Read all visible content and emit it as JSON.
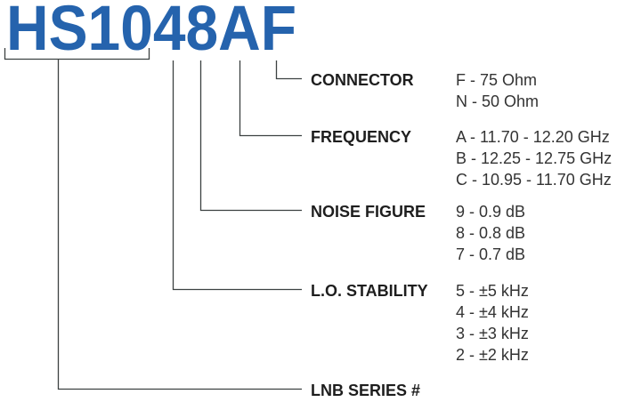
{
  "model": {
    "code": "HS1048AF",
    "color": "#2563ad"
  },
  "line_color": "#3c4242",
  "fields": [
    {
      "label": "CONNECTOR",
      "options": [
        "F - 75 Ohm",
        "N - 50 Ohm"
      ]
    },
    {
      "label": "FREQUENCY",
      "options": [
        "A - 11.70 - 12.20 GHz",
        "B - 12.25 - 12.75 GHz",
        "C - 10.95 - 11.70 GHz"
      ]
    },
    {
      "label": "NOISE FIGURE",
      "options": [
        "9 - 0.9 dB",
        "8 - 0.8 dB",
        "7 - 0.7 dB"
      ]
    },
    {
      "label": "L.O. STABILITY",
      "options": [
        "5 - ±5 kHz",
        "4 - ±4 kHz",
        "3 - ±3 kHz",
        "2 - ±2 kHz"
      ]
    },
    {
      "label": "LNB SERIES #",
      "options": []
    }
  ]
}
